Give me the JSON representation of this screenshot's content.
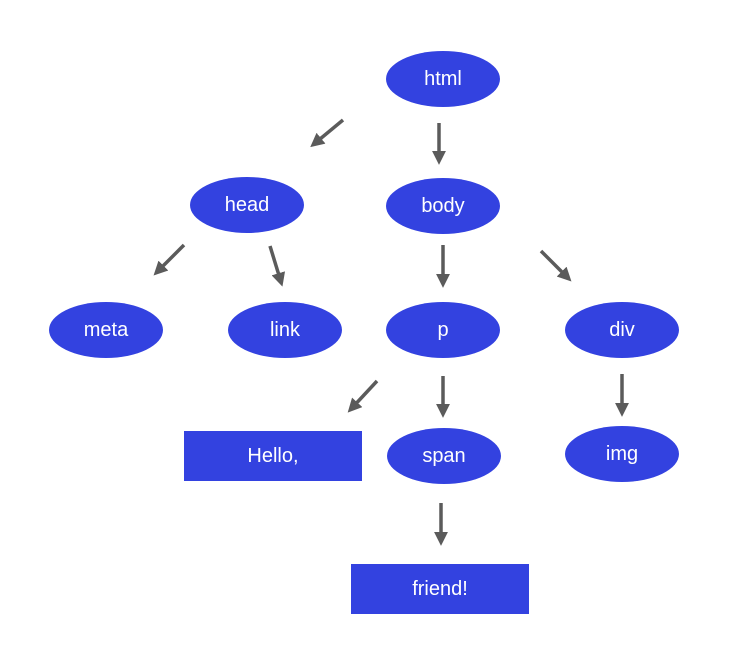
{
  "colors": {
    "node_fill": "#3342e0",
    "node_text": "#ffffff",
    "arrow": "#5b5b5b",
    "background": "#ffffff"
  },
  "nodes": [
    {
      "id": "html",
      "label": "html",
      "shape": "ellipse"
    },
    {
      "id": "head",
      "label": "head",
      "shape": "ellipse"
    },
    {
      "id": "body",
      "label": "body",
      "shape": "ellipse"
    },
    {
      "id": "meta",
      "label": "meta",
      "shape": "ellipse"
    },
    {
      "id": "link",
      "label": "link",
      "shape": "ellipse"
    },
    {
      "id": "p",
      "label": "p",
      "shape": "ellipse"
    },
    {
      "id": "div",
      "label": "div",
      "shape": "ellipse"
    },
    {
      "id": "hello",
      "label": "Hello,",
      "shape": "rect"
    },
    {
      "id": "span",
      "label": "span",
      "shape": "ellipse"
    },
    {
      "id": "img",
      "label": "img",
      "shape": "ellipse"
    },
    {
      "id": "friend",
      "label": "friend!",
      "shape": "rect"
    }
  ],
  "edges": [
    {
      "from": "html",
      "to": "head"
    },
    {
      "from": "html",
      "to": "body"
    },
    {
      "from": "head",
      "to": "meta"
    },
    {
      "from": "head",
      "to": "link"
    },
    {
      "from": "body",
      "to": "p"
    },
    {
      "from": "body",
      "to": "div"
    },
    {
      "from": "p",
      "to": "hello"
    },
    {
      "from": "p",
      "to": "span"
    },
    {
      "from": "div",
      "to": "img"
    },
    {
      "from": "span",
      "to": "friend"
    }
  ]
}
